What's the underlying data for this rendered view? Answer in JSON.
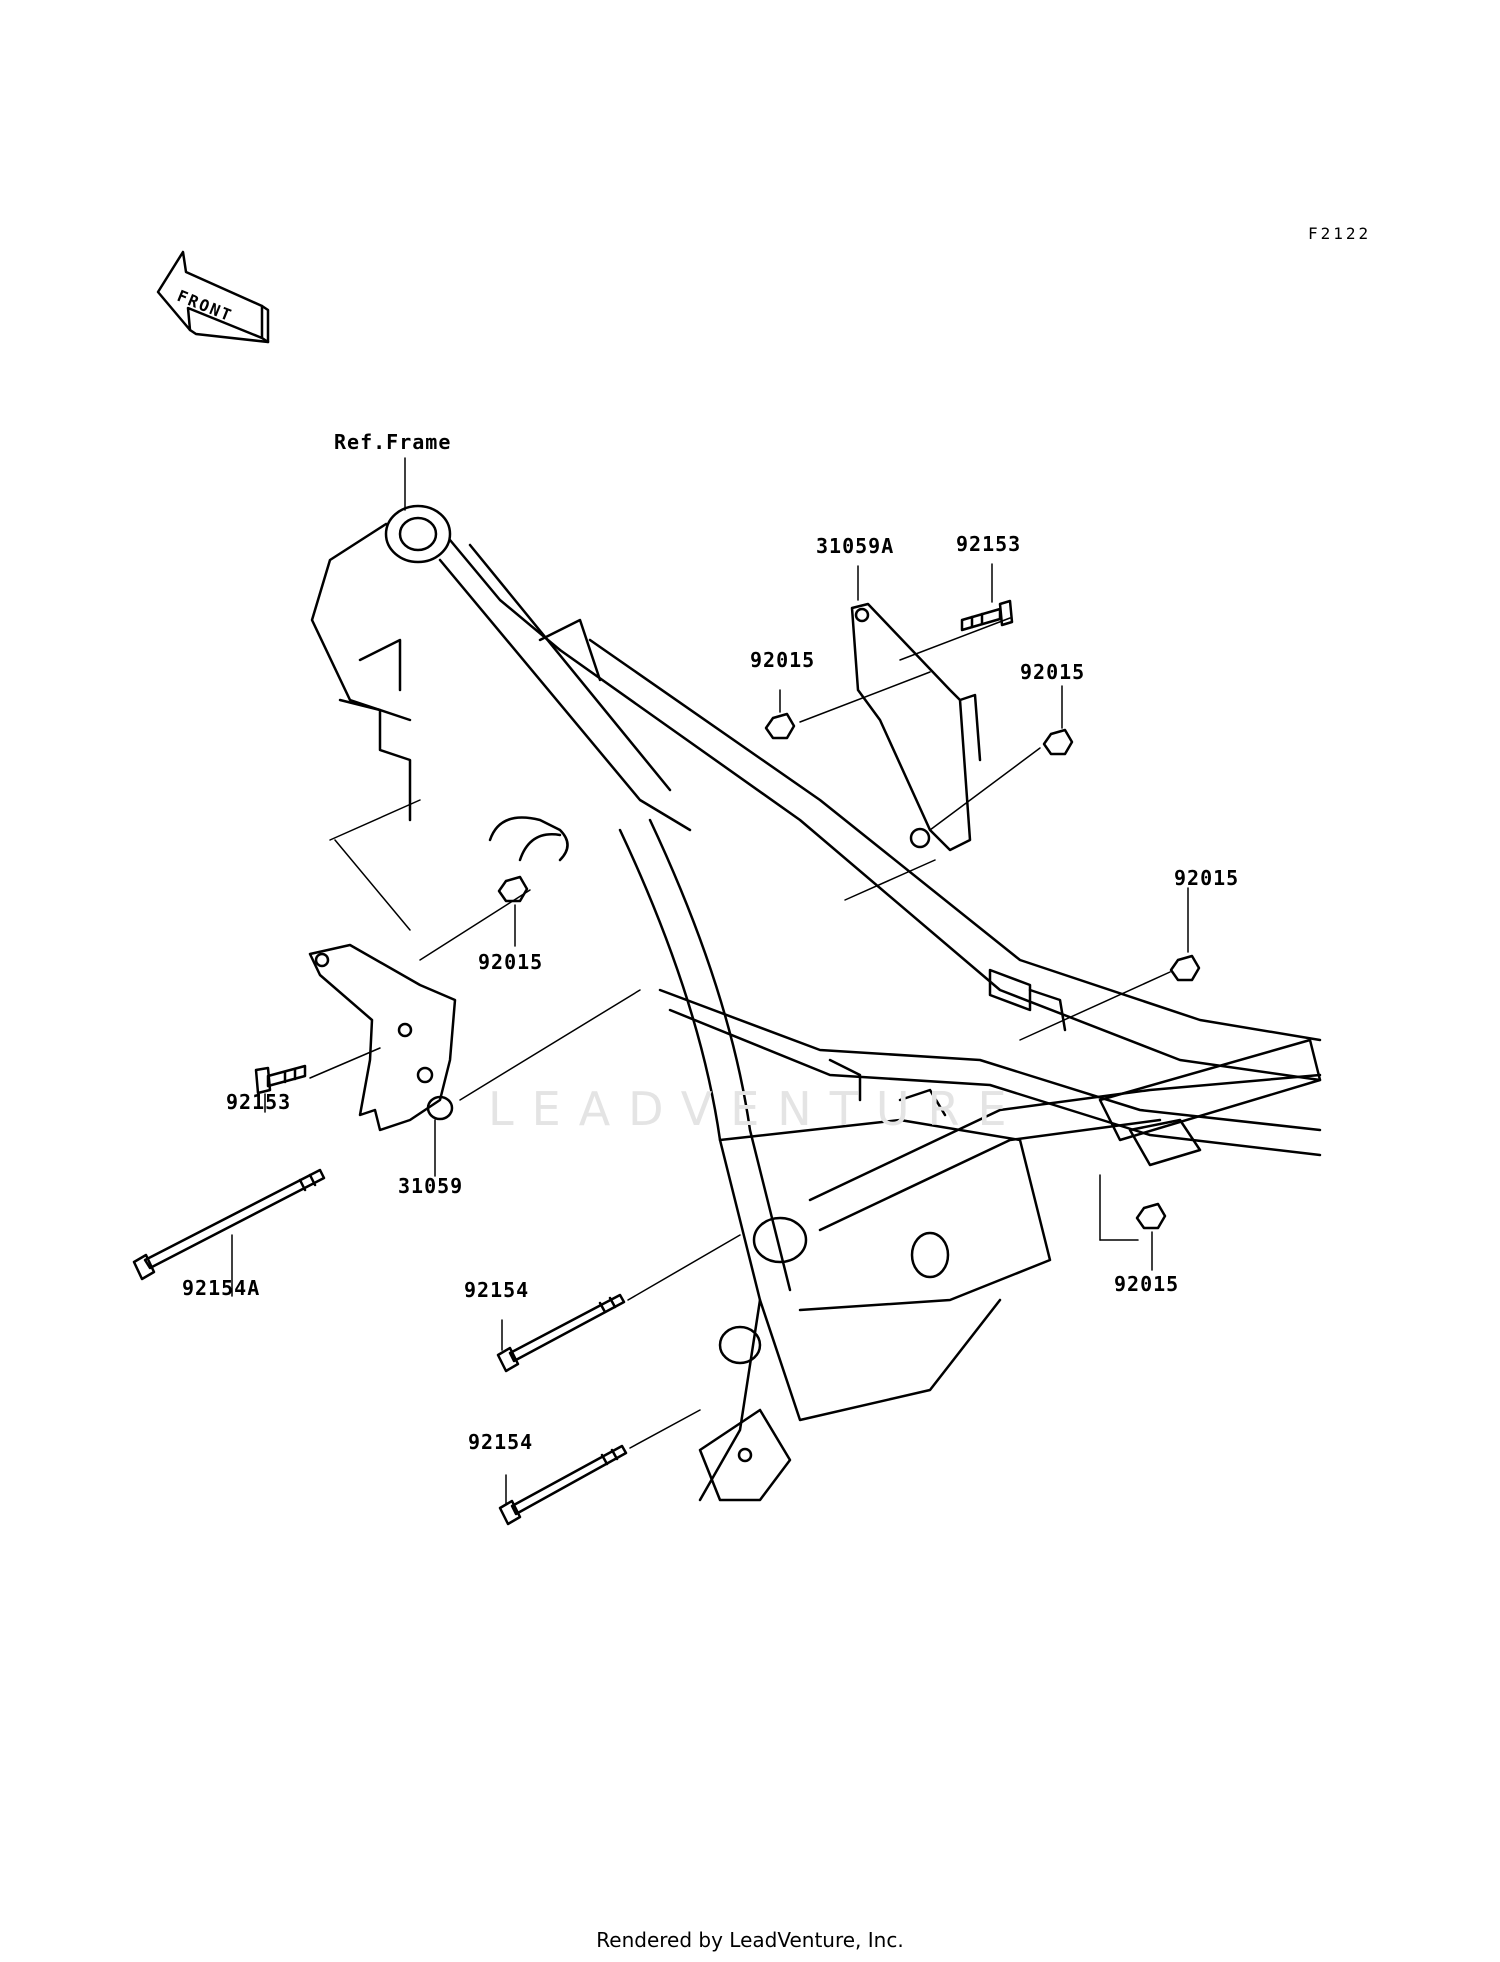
{
  "diagram": {
    "id": "F2122",
    "front_marker": "FRONT",
    "watermark": "LEADVENTURE",
    "footer": "Rendered by LeadVenture, Inc."
  },
  "callouts": [
    {
      "key": "ref_frame",
      "text": "Ref.Frame"
    },
    {
      "key": "p31059A",
      "text": "31059A"
    },
    {
      "key": "p92153_top",
      "text": "92153"
    },
    {
      "key": "p92015_a",
      "text": "92015"
    },
    {
      "key": "p92015_b",
      "text": "92015"
    },
    {
      "key": "p92015_c",
      "text": "92015"
    },
    {
      "key": "p92015_d",
      "text": "92015"
    },
    {
      "key": "p92015_e",
      "text": "92015"
    },
    {
      "key": "p92153_left",
      "text": "92153"
    },
    {
      "key": "p31059",
      "text": "31059"
    },
    {
      "key": "p92154A",
      "text": "92154A"
    },
    {
      "key": "p92154_a",
      "text": "92154"
    },
    {
      "key": "p92154_b",
      "text": "92154"
    }
  ]
}
